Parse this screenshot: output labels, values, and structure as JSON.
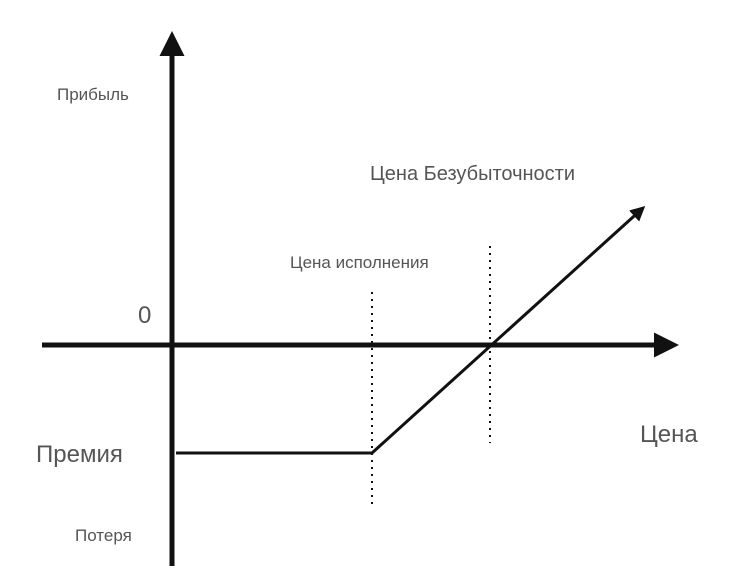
{
  "labels": {
    "y_positive": "Прибыль",
    "y_negative": "Потеря",
    "origin": "0",
    "x_axis": "Цена",
    "strike": "Цена исполнения",
    "breakeven": "Цена Безубыточности",
    "premium": "Премия"
  },
  "colors": {
    "line": "#111111",
    "text": "#555555"
  }
}
